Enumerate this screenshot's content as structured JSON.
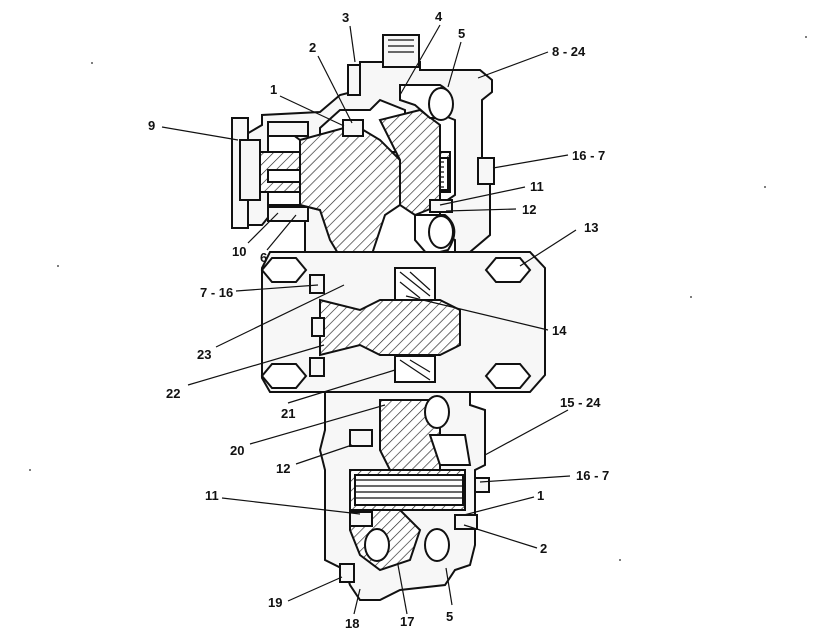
{
  "callouts": [
    {
      "id": "c3",
      "text": "3"
    },
    {
      "id": "c4",
      "text": "4"
    },
    {
      "id": "c2a",
      "text": "2"
    },
    {
      "id": "c5a",
      "text": "5"
    },
    {
      "id": "c8-24",
      "text": "8 - 24"
    },
    {
      "id": "c1a",
      "text": "1"
    },
    {
      "id": "c9",
      "text": "9"
    },
    {
      "id": "c16-7a",
      "text": "16 - 7"
    },
    {
      "id": "c11a",
      "text": "11"
    },
    {
      "id": "c12a",
      "text": "12"
    },
    {
      "id": "c10",
      "text": "10"
    },
    {
      "id": "c6",
      "text": "6"
    },
    {
      "id": "c13",
      "text": "13"
    },
    {
      "id": "c7-16",
      "text": "7 - 16"
    },
    {
      "id": "c14",
      "text": "14"
    },
    {
      "id": "c23",
      "text": "23"
    },
    {
      "id": "c22",
      "text": "22"
    },
    {
      "id": "c21",
      "text": "21"
    },
    {
      "id": "c15-24",
      "text": "15 - 24"
    },
    {
      "id": "c20",
      "text": "20"
    },
    {
      "id": "c12b",
      "text": "12"
    },
    {
      "id": "c16-7b",
      "text": "16 - 7"
    },
    {
      "id": "c11b",
      "text": "11"
    },
    {
      "id": "c1b",
      "text": "1"
    },
    {
      "id": "c2b",
      "text": "2"
    },
    {
      "id": "c19",
      "text": "19"
    },
    {
      "id": "c5b",
      "text": "5"
    },
    {
      "id": "c18",
      "text": "18"
    },
    {
      "id": "c17",
      "text": "17"
    }
  ]
}
